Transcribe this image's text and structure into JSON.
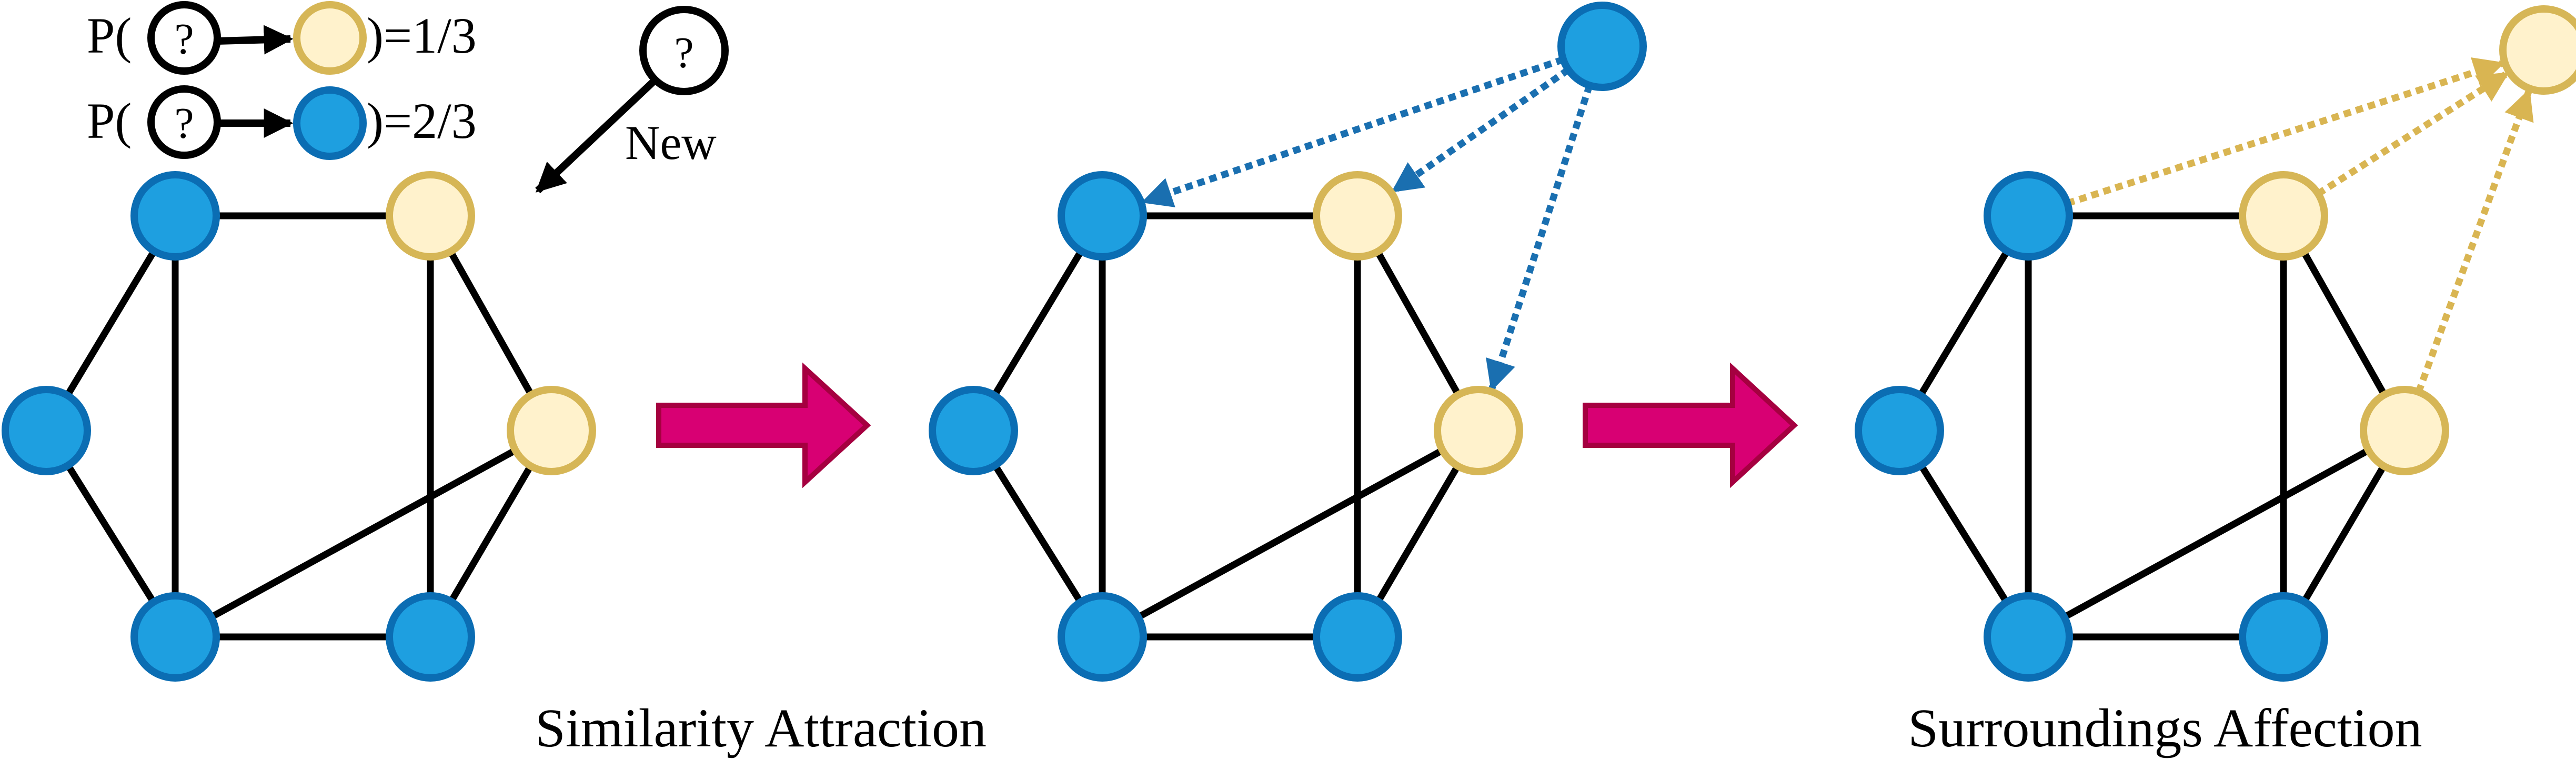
{
  "legend": {
    "prefix": "P(",
    "unknown_symbol": "?",
    "rows": [
      {
        "target": "yellow",
        "suffix": ")=1/3"
      },
      {
        "target": "blue",
        "suffix": ")=2/3"
      }
    ]
  },
  "new_node": {
    "symbol": "?",
    "label": "New"
  },
  "captions": {
    "panel2": "Similarity Attraction",
    "panel3": "Surroundings Affection"
  },
  "graph": {
    "nodes": [
      {
        "id": "top-left",
        "color": "blue"
      },
      {
        "id": "top-right",
        "color": "yellow"
      },
      {
        "id": "left",
        "color": "blue"
      },
      {
        "id": "right",
        "color": "yellow"
      },
      {
        "id": "bottom-left",
        "color": "blue"
      },
      {
        "id": "bottom-right",
        "color": "blue"
      }
    ],
    "edges": [
      [
        "top-left",
        "top-right"
      ],
      [
        "top-left",
        "left"
      ],
      [
        "top-left",
        "bottom-left"
      ],
      [
        "top-right",
        "right"
      ],
      [
        "top-right",
        "bottom-right"
      ],
      [
        "left",
        "bottom-left"
      ],
      [
        "right",
        "bottom-left"
      ],
      [
        "right",
        "bottom-right"
      ],
      [
        "bottom-left",
        "bottom-right"
      ]
    ]
  },
  "panel2_links": {
    "color": "blue",
    "targets": [
      "top-left",
      "top-right",
      "right"
    ]
  },
  "panel3_links": {
    "color": "yellow",
    "sources": [
      "top-left",
      "top-right",
      "right"
    ]
  },
  "colors": {
    "blue_fill": "#1E9FE0",
    "blue_stroke": "#0B6DB3",
    "yellow_fill": "#FFF2CC",
    "yellow_stroke": "#D6B656",
    "edge": "#000000",
    "blue_dotted": "#1A6FB0",
    "yellow_dotted": "#D9B552",
    "big_arrow_fill": "#D80073",
    "big_arrow_stroke": "#A50040"
  }
}
